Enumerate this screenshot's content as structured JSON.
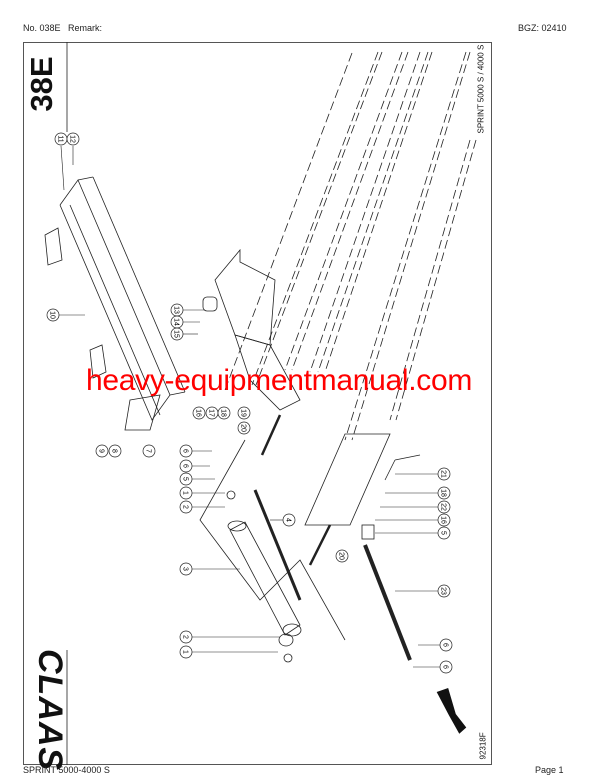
{
  "header": {
    "doc_no": "No. 038E",
    "remark_label": "Remark:",
    "bgz": "BGZ: 02410"
  },
  "footer": {
    "model": "SPRINT 5000-4000 S",
    "page": "Page 1"
  },
  "sheet": {
    "page_code": "38E",
    "model_caption": "SPRINT 5000 S / 4000 S",
    "drawing_no": "92318F",
    "logo_text": "CLAAS"
  },
  "watermark": "heavy-equipmentmanual.com",
  "callouts": [
    "11",
    "12",
    "10",
    "13",
    "14",
    "15",
    "16",
    "17",
    "18",
    "19",
    "20",
    "9",
    "8",
    "7",
    "6",
    "6",
    "5",
    "1",
    "2",
    "4",
    "3",
    "2",
    "1",
    "21",
    "18",
    "22",
    "16",
    "5",
    "20",
    "23",
    "6",
    "6"
  ],
  "colors": {
    "watermark": "#ff0000",
    "line": "#222222"
  }
}
